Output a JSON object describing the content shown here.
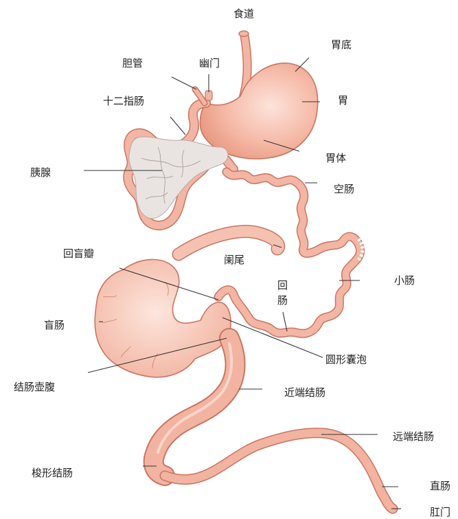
{
  "labels": {
    "esophagus": "食道",
    "fundus": "胃底",
    "bile_duct": "胆管",
    "pylorus": "幽门",
    "duodenum": "十二指肠",
    "stomach": "胃",
    "stomach_body": "胃体",
    "pancreas": "胰腺",
    "jejunum": "空肠",
    "ileocecal_valve": "回盲瓣",
    "appendix": "阑尾",
    "ileum": "回肠",
    "small_intestine": "小肠",
    "cecum": "盲肠",
    "round_sac": "圆形囊泡",
    "colon_ampulla": "结肠壶腹",
    "proximal_colon": "近端结肠",
    "distal_colon": "远端结肠",
    "fusiform_colon": "梭形结肠",
    "rectum": "直肠",
    "anus": "肛门"
  },
  "colors": {
    "tissue_fill": "#f3b6a4",
    "tissue_outline": "#c97461",
    "pancreas_fill": "#e9e4e1"
  }
}
